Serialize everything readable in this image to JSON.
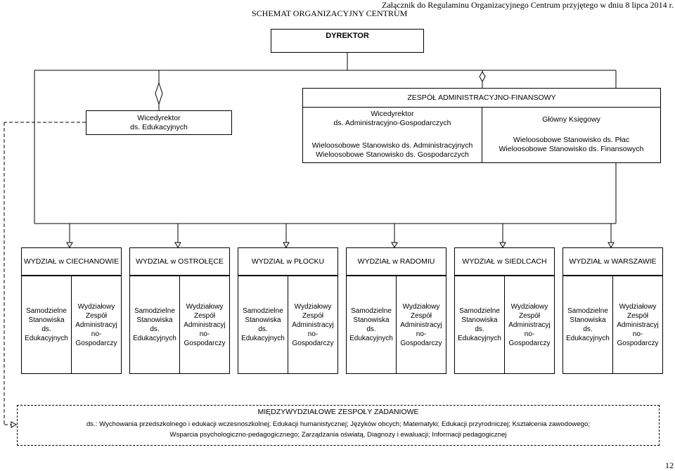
{
  "header": {
    "annex": "Załącznik do Regulaminu Organizacyjnego Centrum przyjętego w dniu 8 lipca 2014 r.",
    "title": "SCHEMAT ORGANIZACYJNY CENTRUM"
  },
  "director": "DYREKTOR",
  "vice_edu": [
    "Wicedyrektor",
    "ds. Edukacyjnych"
  ],
  "admin_team": {
    "title": "ZESPÓŁ ADMINISTRACYJNO-FINANSOWY",
    "vice_admin": [
      "Wicedyrektor",
      "ds. Administracyjno-Gospodarczych"
    ],
    "multi_admin": [
      "Wieloosobowe Stanowisko ds. Administracyjnych",
      "Wieloosobowe Stanowisko ds. Gospodarczych"
    ],
    "chief_accountant": "Główny Księgowy",
    "multi_fin": [
      "Wieloosobowe Stanowisko ds. Płac",
      "Wieloosobowe Stanowisko ds. Finansowych"
    ]
  },
  "departments": [
    {
      "name": "WYDZIAŁ w CIECHANOWIE"
    },
    {
      "name": "WYDZIAŁ w OSTROŁĘCE"
    },
    {
      "name": "WYDZIAŁ w PŁOCKU"
    },
    {
      "name": "WYDZIAŁ w RADOMIU"
    },
    {
      "name": "WYDZIAŁ w SIEDLCACH"
    },
    {
      "name": "WYDZIAŁ w WARSZAWIE"
    }
  ],
  "dept_units": {
    "edu": [
      "Samodzielne",
      "Stanowiska",
      "ds.",
      "Edukacyjnych"
    ],
    "admin": [
      "Wydziałowy",
      "Zespół",
      "Administracyj",
      "no-",
      "Gospodarczy"
    ]
  },
  "inter_teams": {
    "title": "MIĘDZYWYDZIAŁOWE ZESPOŁY ZADANIOWE",
    "line1": "ds.: Wychowania przedszkolnego i edukacji wczesnoszkolnej; Edukacji humanistycznej; Języków obcych; Matematyki; Edukacji przyrodniczej; Kształcenia zawodowego;",
    "line2": "Wsparcia psychologiczno-pedagogicznego; Zarządzania oświatą, Diagnozy i ewaluacji; Informacji pedagogicznej"
  },
  "page_number": "12"
}
